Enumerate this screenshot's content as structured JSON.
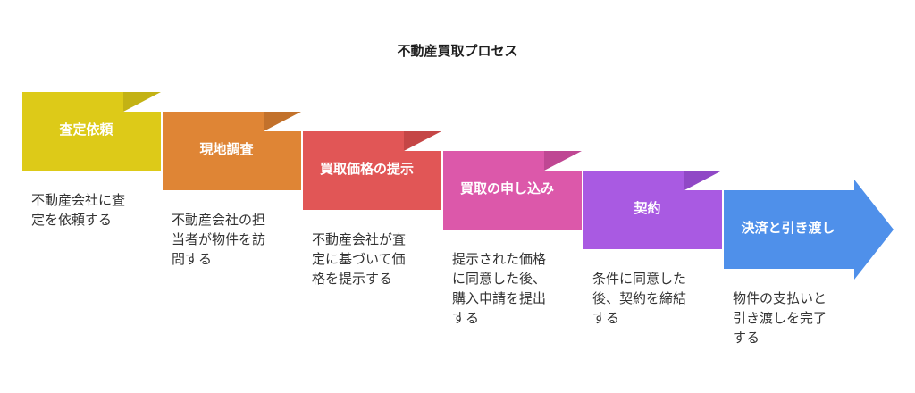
{
  "title": "不動産買取プロセス",
  "steps": [
    {
      "label": "査定依頼",
      "color": "#DDCA18",
      "shade": "#C3B214",
      "description": [
        "不動産会社に査",
        "定を依頼する"
      ]
    },
    {
      "label": "現地調査",
      "color": "#DF8535",
      "shade": "#C2712B",
      "description": [
        "不動産会社の担",
        "当者が物件を訪",
        "問する"
      ]
    },
    {
      "label": "買取価格の提示",
      "color": "#E15656",
      "shade": "#C54646",
      "description": [
        "不動産会社が査",
        "定に基づいて価",
        "格を提示する"
      ]
    },
    {
      "label": "買取の申し込み",
      "color": "#DC58AA",
      "shade": "#BF4793",
      "description": [
        "提示された価格",
        "に同意した後、",
        "購入申請を提出",
        "する"
      ]
    },
    {
      "label": "契約",
      "color": "#A95AE2",
      "shade": "#9048C6",
      "description": [
        "条件に同意した",
        "後、契約を締結",
        "する"
      ]
    },
    {
      "label": "決済と引き渡し",
      "color": "#4F90EA",
      "shade": "#3F7BD0",
      "description": [
        "物件の支払いと",
        "引き渡しを完了",
        "する"
      ]
    }
  ]
}
